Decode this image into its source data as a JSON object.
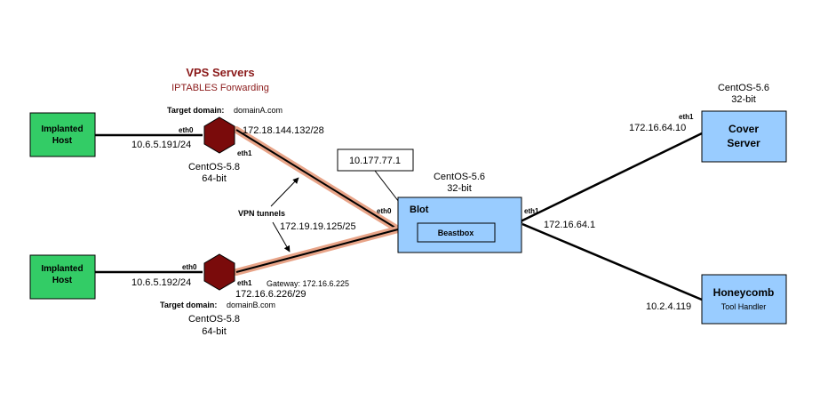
{
  "header": {
    "title": "VPS Servers",
    "subtitle": "IPTABLES Forwarding"
  },
  "implanted_hosts": [
    {
      "label_line1": "Implanted",
      "label_line2": "Host",
      "ip": "10.6.5.191/24"
    },
    {
      "label_line1": "Implanted",
      "label_line2": "Host",
      "ip": "10.6.5.192/24"
    }
  ],
  "vps": [
    {
      "target_label": "Target domain:",
      "target_value": "domainA.com",
      "eth0_label": "eth0",
      "eth1_label": "eth1",
      "eth1_ip": "172.18.144.132/28",
      "os": "CentOS-5.8",
      "arch": "64-bit"
    },
    {
      "target_label": "Target domain:",
      "target_value": "domainB.com",
      "eth0_label": "eth0",
      "eth1_label": "eth1",
      "eth1_ip": "172.16.6.226/29",
      "gateway": "Gateway: 172.16.6.225",
      "os": "CentOS-5.8",
      "arch": "64-bit"
    }
  ],
  "vpn": {
    "label": "VPN tunnels",
    "endpoint_ip": "172.19.19.125/25"
  },
  "blot": {
    "title": "Blot",
    "inner_label": "Beastbox",
    "os": "CentOS-5.6",
    "arch": "32-bit",
    "eth0_label": "eth0",
    "eth1_label": "eth1",
    "eth1_ip": "172.16.64.1",
    "callout_ip": "10.177.77.1"
  },
  "cover_server": {
    "line1": "Cover",
    "line2": "Server",
    "os": "CentOS-5.6",
    "arch": "32-bit",
    "eth1_label": "eth1",
    "ip": "172.16.64.10"
  },
  "honeycomb": {
    "title": "Honeycomb",
    "subtitle": "Tool Handler",
    "ip": "10.2.4.119"
  },
  "colors": {
    "green_box": "#33cc66",
    "blue_box": "#99ccff",
    "hexagon": "#7a0b0b",
    "tunnel_glow": "#e8a488",
    "title_red": "#8b1a1a"
  }
}
